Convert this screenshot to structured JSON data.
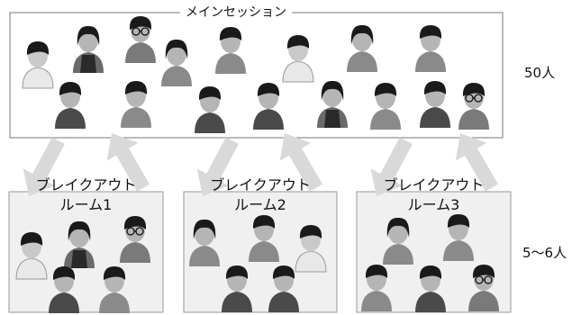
{
  "main_session": {
    "title": "メインセッション",
    "count": "50人"
  },
  "breakout": {
    "count": "5〜6人",
    "rooms": [
      {
        "line1": "ブレイクアウト",
        "line2": "ルーム1"
      },
      {
        "line1": "ブレイクアウト",
        "line2": "ルーム2"
      },
      {
        "line1": "ブレイクアウト",
        "line2": "ルーム3"
      }
    ]
  },
  "colors": {
    "main_box_fill": "#ffffff",
    "room_fill": "#f0f0f0",
    "arrow_fill": "#d9d9d9",
    "hair": "#1a1a1a"
  }
}
